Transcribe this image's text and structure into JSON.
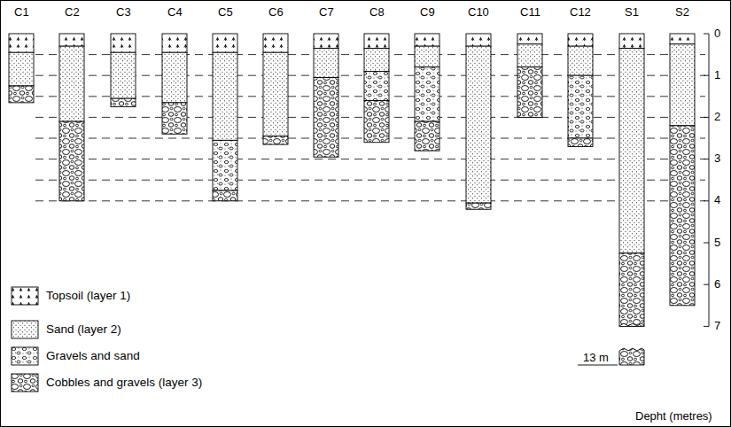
{
  "diagram": {
    "labels": [
      "C1",
      "C2",
      "C3",
      "C4",
      "C5",
      "C6",
      "C7",
      "C8",
      "C9",
      "C10",
      "C11",
      "C12",
      "S1",
      "S2",
      "0",
      "1",
      "2",
      "3",
      "4",
      "5",
      "6",
      "7",
      "13 m",
      "Depht (metres)"
    ],
    "legend": [
      {
        "text": "Topsoil (layer 1)"
      },
      {
        "text": "Sand (layer 2)"
      },
      {
        "text": "Gravels and sand"
      },
      {
        "text": "Cobbles and gravels (layer 3)"
      }
    ]
  }
}
